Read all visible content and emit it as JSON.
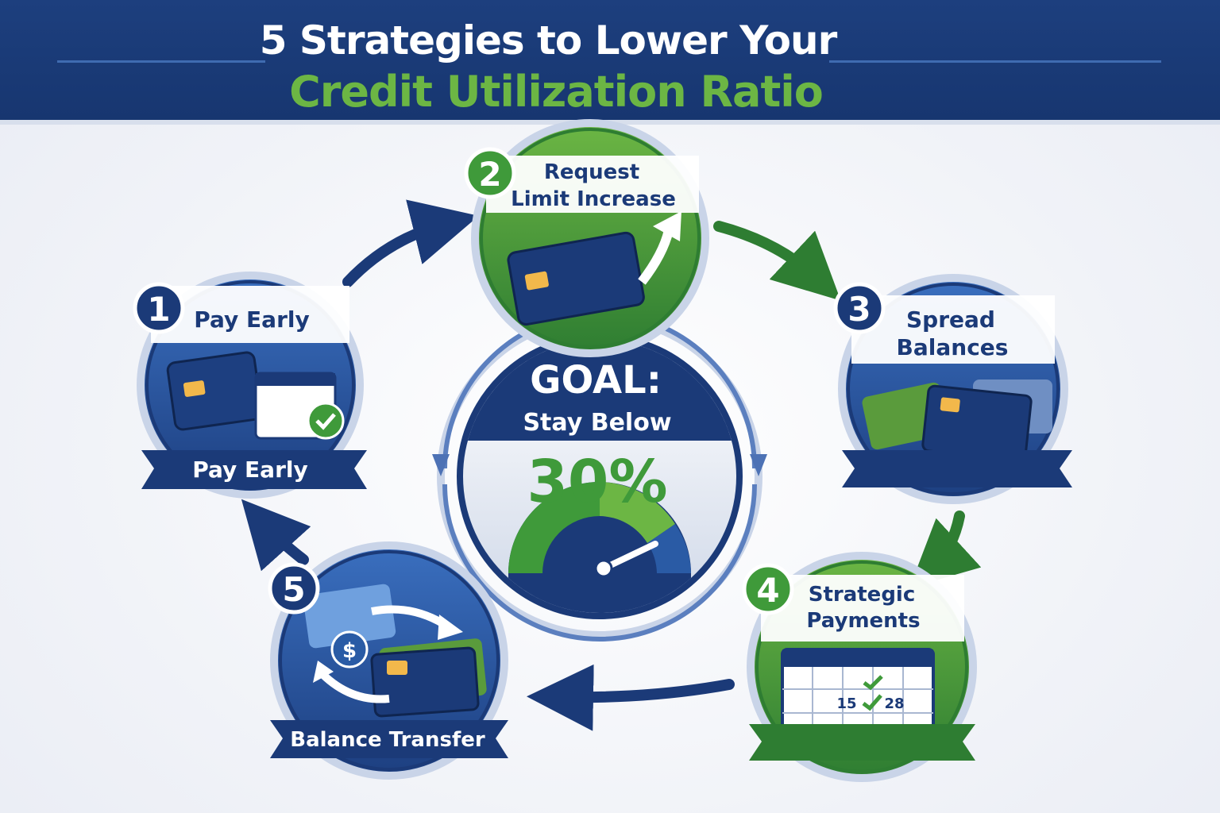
{
  "header": {
    "title_line1": "5 Strategies to Lower Your",
    "title_line2": "Credit Utilization Ratio"
  },
  "colors": {
    "navy": "#1b3a78",
    "blue": "#2a5ba5",
    "green": "#3f9a3a",
    "light_green": "#6cb644",
    "white": "#ffffff"
  },
  "center": {
    "goal": "GOAL:",
    "subtitle": "Stay Below",
    "percent": "30%",
    "gauge_level": 0.85
  },
  "steps": [
    {
      "number": "1",
      "title": "Pay Early",
      "banner": "Pay Early",
      "icon": "card-calendar-check-icon"
    },
    {
      "number": "2",
      "title_line1": "Request",
      "title_line2": "Limit Increase",
      "icon": "card-up-arrow-icon"
    },
    {
      "number": "3",
      "title_line1": "Spread",
      "title_line2": "Balances",
      "icon": "multiple-cards-icon"
    },
    {
      "number": "4",
      "title_line1": "Strategic",
      "title_line2": "Payments",
      "icon": "calendar-checks-icon",
      "calendar_days": [
        "15",
        "28"
      ]
    },
    {
      "number": "5",
      "banner": "Balance Transfer",
      "icon": "card-transfer-dollar-icon",
      "currency": "$"
    }
  ]
}
